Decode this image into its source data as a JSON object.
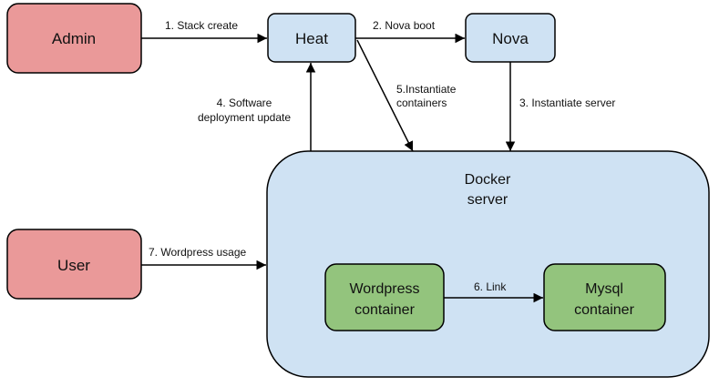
{
  "diagram": {
    "colors": {
      "actor_fill": "#ea9999",
      "service_fill": "#cfe2f3",
      "container_fill": "#93c47d",
      "stroke": "#000000"
    },
    "nodes": {
      "admin": {
        "label": "Admin"
      },
      "heat": {
        "label": "Heat"
      },
      "nova": {
        "label": "Nova"
      },
      "user": {
        "label": "User"
      },
      "docker_server": {
        "label_line1": "Docker",
        "label_line2": "server"
      },
      "wordpress": {
        "label_line1": "Wordpress",
        "label_line2": "container"
      },
      "mysql": {
        "label_line1": "Mysql",
        "label_line2": "container"
      }
    },
    "edges": {
      "stack_create": {
        "label": "1. Stack create",
        "from": "Admin",
        "to": "Heat"
      },
      "nova_boot": {
        "label": "2. Nova boot",
        "from": "Heat",
        "to": "Nova"
      },
      "instantiate_server": {
        "label": "3. Instantiate server",
        "from": "Nova",
        "to": "Docker server"
      },
      "software_update": {
        "label_line1": "4. Software",
        "label_line2": "deployment update",
        "from": "Docker server",
        "to": "Heat"
      },
      "instantiate_containers": {
        "label_line1": "5.Instantiate",
        "label_line2": "containers",
        "from": "Heat",
        "to": "Docker server"
      },
      "link": {
        "label": "6. Link",
        "from": "Wordpress container",
        "to": "Mysql container"
      },
      "wordpress_usage": {
        "label": "7. Wordpress usage",
        "from": "User",
        "to": "Docker server"
      }
    }
  }
}
